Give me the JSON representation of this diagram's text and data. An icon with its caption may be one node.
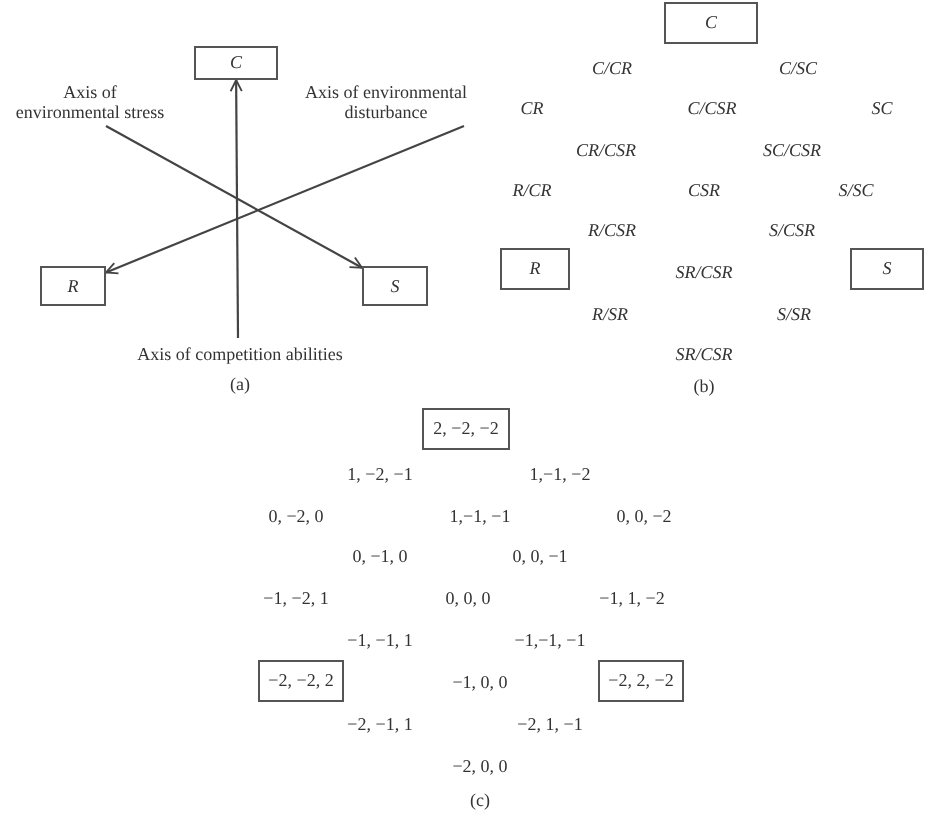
{
  "diagram": {
    "nodes": [
      {
        "text": [
          "C"
        ]
      },
      {
        "text": [
          "Axis of environmental stress"
        ]
      },
      {
        "text": [
          "Axis of environmental disturbance"
        ]
      },
      {
        "text": [
          "R"
        ]
      },
      {
        "text": [
          "S"
        ]
      },
      {
        "text": [
          "Axis of competition abilities"
        ]
      },
      {
        "text": [
          "C"
        ]
      },
      {
        "text": [
          "R"
        ]
      },
      {
        "text": [
          "S"
        ]
      },
      {
        "text": [
          "2, −2, −2"
        ]
      },
      {
        "text": [
          "−2, −2, 2"
        ]
      },
      {
        "text": [
          "−2, 2, −2"
        ]
      }
    ],
    "edges": [
      {
        "from": 5,
        "to": 0,
        "arrow": "to"
      },
      {
        "from": 1,
        "to": 4,
        "arrow": "to"
      },
      {
        "from": 2,
        "to": 3,
        "arrow": "to"
      }
    ],
    "labels": [
      "(a)",
      "C/CR",
      "C/SC",
      "CR",
      "C/CSR",
      "SC",
      "CR/CSR",
      "SC/CSR",
      "R/CR",
      "CSR",
      "S/SC",
      "R/CSR",
      "S/CSR",
      "SR/CSR",
      "R/SR",
      "S/SR",
      "SR/CSR",
      "(b)",
      "1, −2, −1",
      "1,−1, −2",
      "0, −2, 0",
      "1,−1, −1",
      "0, 0, −2",
      "0, −1, 0",
      "0, 0, −1",
      "−1, −2, 1",
      "0, 0, 0",
      "−1, 1, −2",
      "−1, −1, 1",
      "−1,−1, −1",
      "−1, 0, 0",
      "−2, −1, 1",
      "−2, 1, −1",
      "−2, 0, 0",
      "(c)"
    ]
  }
}
